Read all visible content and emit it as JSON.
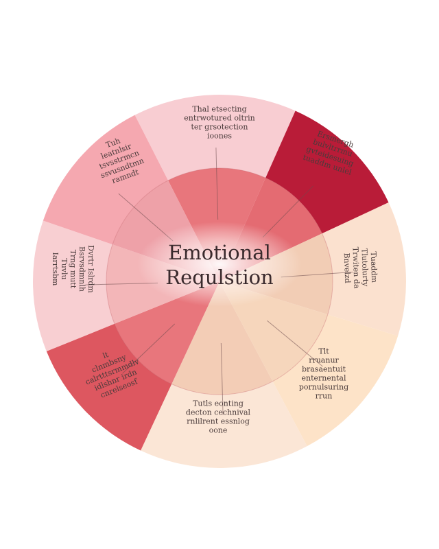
{
  "diagram": {
    "title_lines": [
      "Emotional",
      "Requlstion"
    ],
    "segments": [
      {
        "id": "top",
        "color": "#f8cdd2",
        "inner_color": "#e8767c",
        "text_color": "#4a3b3b",
        "lines": [
          "Thal etsecting",
          "entrwotured oltrin",
          "ter grsotection",
          "ioones"
        ]
      },
      {
        "id": "top-right",
        "color": "#b91c38",
        "inner_color": "#e46b72",
        "text_color": "#ffe9ec",
        "lines": [
          "Ersmergh",
          "bulvltrrmu",
          "gvteidesuing",
          "tuaddm unlel"
        ]
      },
      {
        "id": "right",
        "color": "#fbe1cf",
        "inner_color": "#f2cdb5",
        "text_color": "#4a3b3b",
        "lines": [
          "Tuaddm",
          "Tlutolurty",
          "Trwiten da",
          "Bnvelzd"
        ]
      },
      {
        "id": "bottom-right",
        "color": "#fde3c8",
        "inner_color": "#f6d6bc",
        "text_color": "#4a3b3b",
        "lines": [
          "Tlt",
          "rruanur",
          "brasaentuit",
          "enternental",
          "pornulsuring",
          "rrun"
        ]
      },
      {
        "id": "bottom",
        "color": "#fbe6d6",
        "inner_color": "#f3cdb6",
        "text_color": "#4a3b3b",
        "lines": [
          "Tutls eonting",
          "decton cechnival",
          "rnlilrent essnlog",
          "oone"
        ]
      },
      {
        "id": "bottom-left",
        "color": "#dd5760",
        "inner_color": "#e8767c",
        "text_color": "#3a2a2d",
        "lines": [
          "lt",
          "clnmbsny",
          "calrtttsrmmdlv",
          "idlshnr irdn",
          "cnrelseosf"
        ]
      },
      {
        "id": "left",
        "color": "#f8cfd2",
        "inner_color": "#f3b6b8",
        "text_color": "#4a3b3b",
        "lines": [
          "Dvrtr Islrdm",
          "Bsrvsdmnlh",
          "Trng mutt",
          "Tuvlu",
          "Iarrtsbm"
        ]
      },
      {
        "id": "top-left",
        "color": "#f5a8b0",
        "inner_color": "#eea1a8",
        "text_color": "#4a3b3b",
        "lines": [
          "Tuh",
          "leatnlsir",
          "tsvsstrmcn",
          "ssvusndtmn",
          "ramndt"
        ]
      }
    ]
  }
}
